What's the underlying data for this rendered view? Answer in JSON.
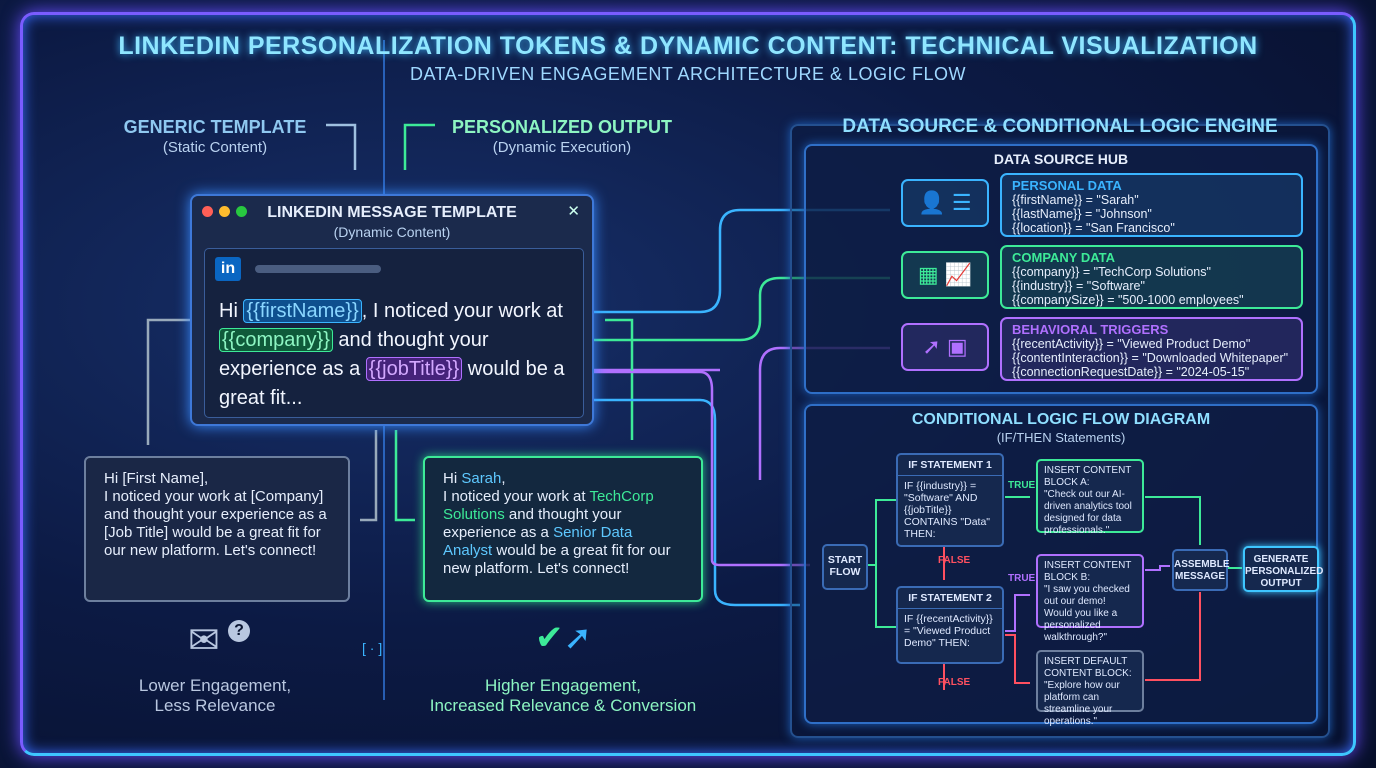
{
  "title": "LINKEDIN PERSONALIZATION TOKENS & DYNAMIC CONTENT: TECHNICAL VISUALIZATION",
  "subtitle": "DATA-DRIVEN ENGAGEMENT ARCHITECTURE & LOGIC FLOW",
  "generic": {
    "title": "GENERIC TEMPLATE",
    "sub": "(Static Content)",
    "card": "Hi [First Name],\nI noticed your work at [Company] and thought your experience as a [Job Title] would be a great fit for our new platform. Let's connect!",
    "footer": "Lower Engagement,\nLess Relevance",
    "icon": "envelope-question-icon"
  },
  "personalized": {
    "title": "PERSONALIZED OUTPUT",
    "sub": "(Dynamic Execution)",
    "greet": "Hi ",
    "name": "Sarah",
    "l1": ",\nI noticed your work at ",
    "company": "TechCorp Solutions",
    "l2": " and thought your experience as a ",
    "job": "Senior Data Analyst",
    "l3": " would be a great fit for our new platform. Let's connect!",
    "footer": "Higher Engagement,\nIncreased Relevance & Conversion",
    "icon": "check-arrow-icon",
    "code_glyph": "[ · ]"
  },
  "template": {
    "title": "LINKEDIN MESSAGE TEMPLATE",
    "sub": "(Dynamic Content)",
    "logo": "in",
    "close": "✕",
    "m1": "Hi ",
    "tok1": "{{firstName}}",
    "m2": ", I noticed your work at ",
    "tok2": "{{company}}",
    "m3": " and thought your experience as a ",
    "tok3": "{{jobTitle}}",
    "m4": " would be a great fit..."
  },
  "engine": {
    "title": "DATA SOURCE & CONDITIONAL LOGIC ENGINE",
    "hub": "DATA SOURCE HUB",
    "sources": [
      {
        "title": "PERSONAL DATA",
        "lines": [
          "{{firstName}} = \"Sarah\"",
          "{{lastName}} = \"Johnson\"",
          "{{location}} = \"San Francisco\""
        ],
        "icon": "user-profile-icon",
        "color": "#3ab4ff"
      },
      {
        "title": "COMPANY DATA",
        "lines": [
          "{{company}} = \"TechCorp Solutions\"",
          "{{industry}} = \"Software\"",
          "{{companySize}} = \"500-1000 employees\""
        ],
        "icon": "building-chart-icon",
        "color": "#3dea98"
      },
      {
        "title": "BEHAVIORAL TRIGGERS",
        "lines": [
          "{{recentActivity}} = \"Viewed Product Demo\"",
          "{{contentInteraction}} = \"Downloaded Whitepaper\"",
          "{{connectionRequestDate}} = \"2024-05-15\""
        ],
        "icon": "cursor-click-icon",
        "color": "#b070ff"
      }
    ],
    "flow": {
      "title": "CONDITIONAL LOGIC FLOW DIAGRAM",
      "sub": "(IF/THEN Statements)",
      "start": "START FLOW",
      "if1": {
        "h": "IF STATEMENT 1",
        "b": "IF {{industry}} = \"Software\" AND {{jobTitle}} CONTAINS \"Data\" THEN:"
      },
      "if2": {
        "h": "IF STATEMENT 2",
        "b": "IF {{recentActivity}} = \"Viewed Product Demo\" THEN:"
      },
      "blockA": "INSERT CONTENT BLOCK A:\n\"Check out our AI-driven analytics tool designed for data professionals.\"",
      "blockB": "INSERT CONTENT BLOCK B:\n\"I saw you checked out our demo! Would you like a personalized walkthrough?\"",
      "blockD": "INSERT DEFAULT CONTENT BLOCK:\n\"Explore how our platform can streamline your operations.\"",
      "true": "TRUE",
      "false": "FALSE",
      "assemble": "ASSEMBLE MESSAGE",
      "generate": "GENERATE PERSONALIZED OUTPUT"
    }
  }
}
